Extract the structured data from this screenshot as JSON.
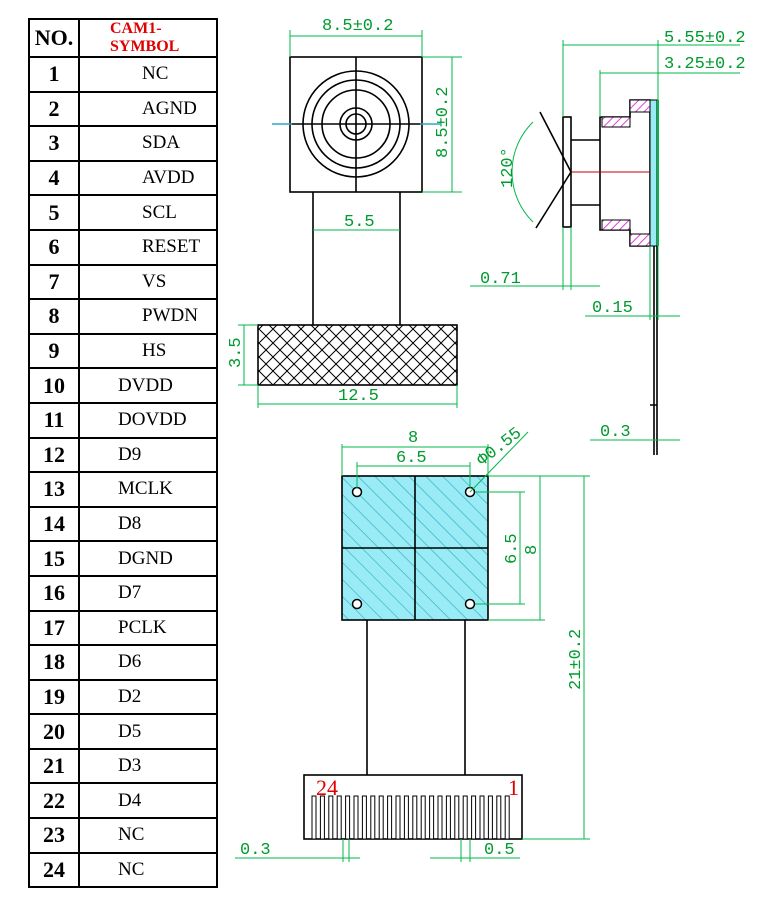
{
  "table": {
    "header_no": "NO.",
    "header_symbol": "CAM1-SYMBOL",
    "pins": [
      {
        "no": "1",
        "name": "NC"
      },
      {
        "no": "2",
        "name": "AGND"
      },
      {
        "no": "3",
        "name": "SDA"
      },
      {
        "no": "4",
        "name": "AVDD"
      },
      {
        "no": "5",
        "name": "SCL"
      },
      {
        "no": "6",
        "name": "RESET"
      },
      {
        "no": "7",
        "name": "VS"
      },
      {
        "no": "8",
        "name": "PWDN"
      },
      {
        "no": "9",
        "name": "HS"
      },
      {
        "no": "10",
        "name": "DVDD"
      },
      {
        "no": "11",
        "name": "DOVDD"
      },
      {
        "no": "12",
        "name": "D9"
      },
      {
        "no": "13",
        "name": "MCLK"
      },
      {
        "no": "14",
        "name": "D8"
      },
      {
        "no": "15",
        "name": "DGND"
      },
      {
        "no": "16",
        "name": "D7"
      },
      {
        "no": "17",
        "name": "PCLK"
      },
      {
        "no": "18",
        "name": "D6"
      },
      {
        "no": "19",
        "name": "D2"
      },
      {
        "no": "20",
        "name": "D5"
      },
      {
        "no": "21",
        "name": "D3"
      },
      {
        "no": "22",
        "name": "D4"
      },
      {
        "no": "23",
        "name": "NC"
      },
      {
        "no": "24",
        "name": "NC"
      }
    ]
  },
  "top_view": {
    "dim_width": "8.5±0.2",
    "dim_height": "8.5±0.2",
    "dim_neck": "5.5",
    "dim_pad_height": "3.5",
    "dim_pad_width": "12.5"
  },
  "side_view": {
    "dim_total": "5.55±0.2",
    "dim_lens": "3.25±0.2",
    "angle": "120°",
    "dim_a": "0.71",
    "dim_b": "0.15",
    "dim_c": "0.3"
  },
  "bottom_view": {
    "dim_outer": "8",
    "dim_inner": "6.5",
    "dim_hole": "Φ0.55",
    "dim_v_inner": "6.5",
    "dim_v_outer": "8",
    "dim_length": "21±0.2",
    "pin_first": "24",
    "pin_last": "1",
    "dim_pitch_left": "0.3",
    "dim_pitch_right": "0.5"
  },
  "colors": {
    "dimension": "#00b84a",
    "header_red": "#e00000",
    "sensor_fill": "#99ecf5",
    "hatch": "#e040e0"
  }
}
